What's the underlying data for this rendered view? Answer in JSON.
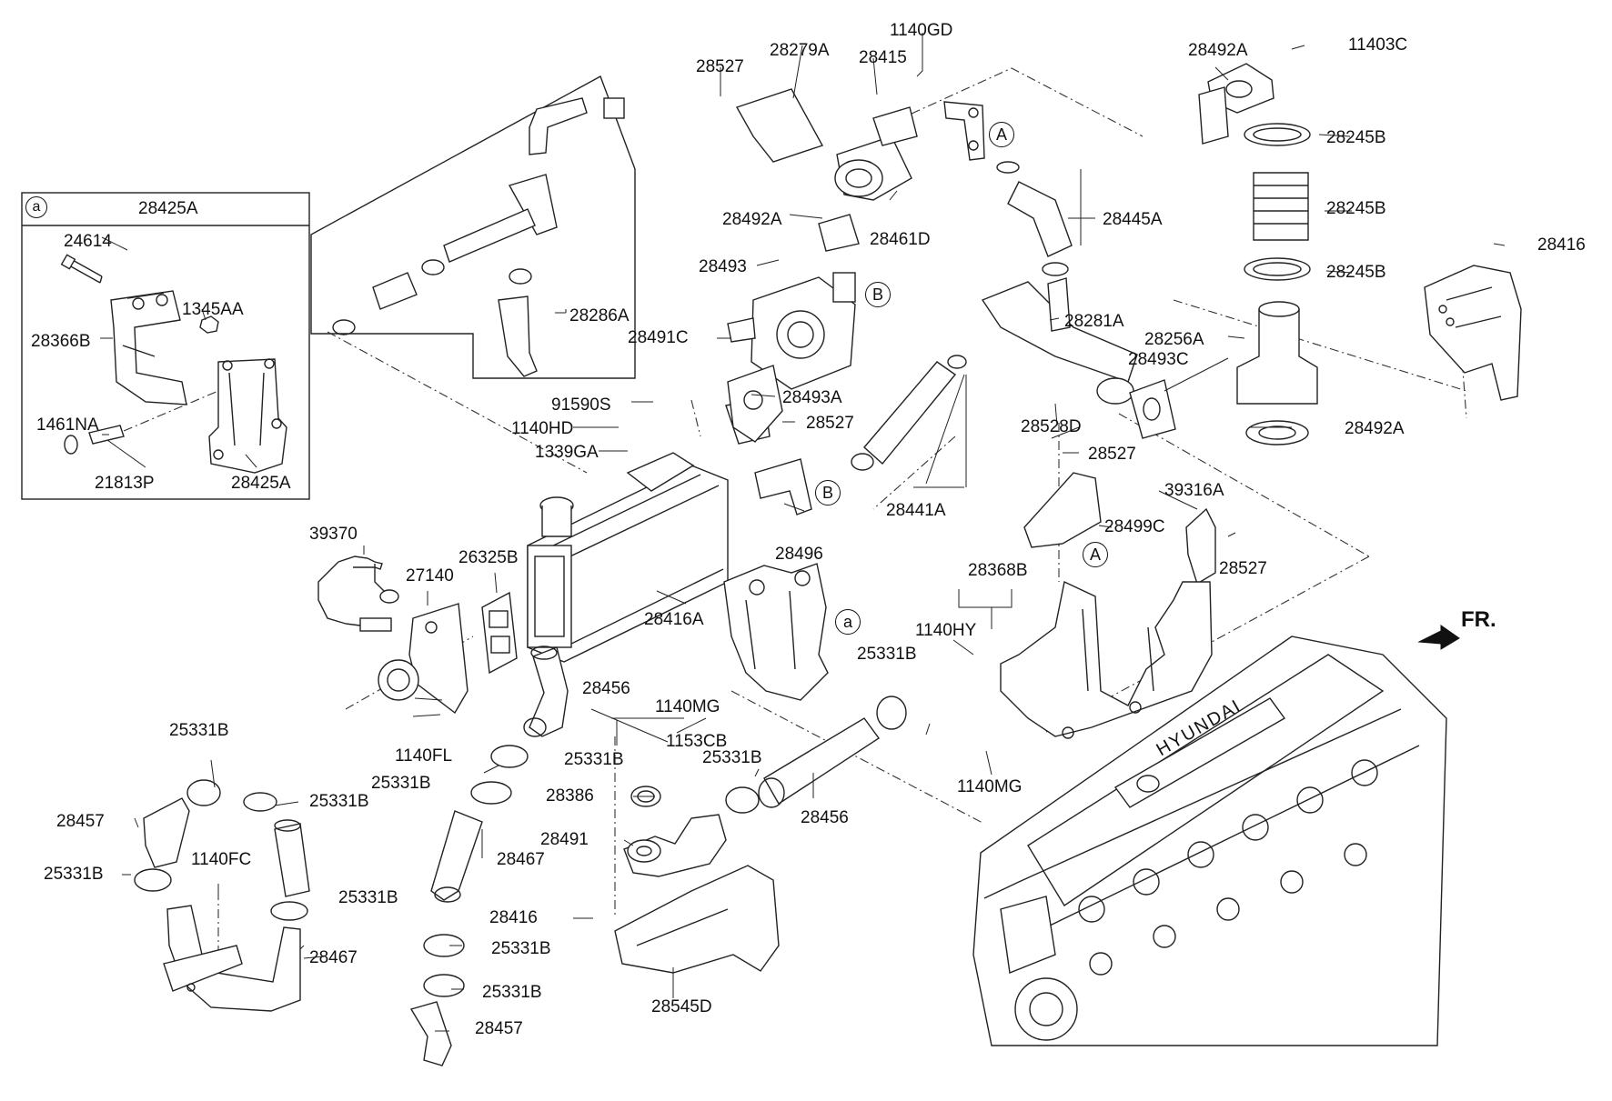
{
  "inset": {
    "callout": "a",
    "title": "28425A",
    "labels": [
      "24614",
      "1345AA",
      "28366B",
      "1461NA",
      "21813P",
      "28425A"
    ]
  },
  "callouts": {
    "A_top": "A",
    "B_top": "B",
    "B_mid": "B",
    "A_mid": "A",
    "a_mid": "a"
  },
  "part_labels": [
    "28527",
    "28279A",
    "28415",
    "1140GD",
    "28492A",
    "11403C",
    "28245B",
    "28245B",
    "28245B",
    "28416",
    "28492A",
    "28461D",
    "28445A",
    "28493",
    "28491C",
    "28281A",
    "28256A",
    "28493C",
    "91590S",
    "28493A",
    "1140HD",
    "28527",
    "1339GA",
    "28528D",
    "28492A",
    "28527",
    "28441A",
    "28286A",
    "39316A",
    "28499C",
    "28527",
    "28496",
    "39370",
    "27140",
    "26325B",
    "28368B",
    "28416A",
    "1140HY",
    "25331B",
    "28456",
    "1140MG",
    "1153CB",
    "25331B",
    "1140FL",
    "25331B",
    "25331B",
    "28456",
    "25331B",
    "25331B",
    "28386",
    "28457",
    "28491",
    "1140MG",
    "25331B",
    "1140FC",
    "28467",
    "25331B",
    "28467",
    "28416",
    "25331B",
    "25331B",
    "28545D",
    "28457"
  ],
  "direction_label": "FR.",
  "engine_brand": "HYUNDAI"
}
